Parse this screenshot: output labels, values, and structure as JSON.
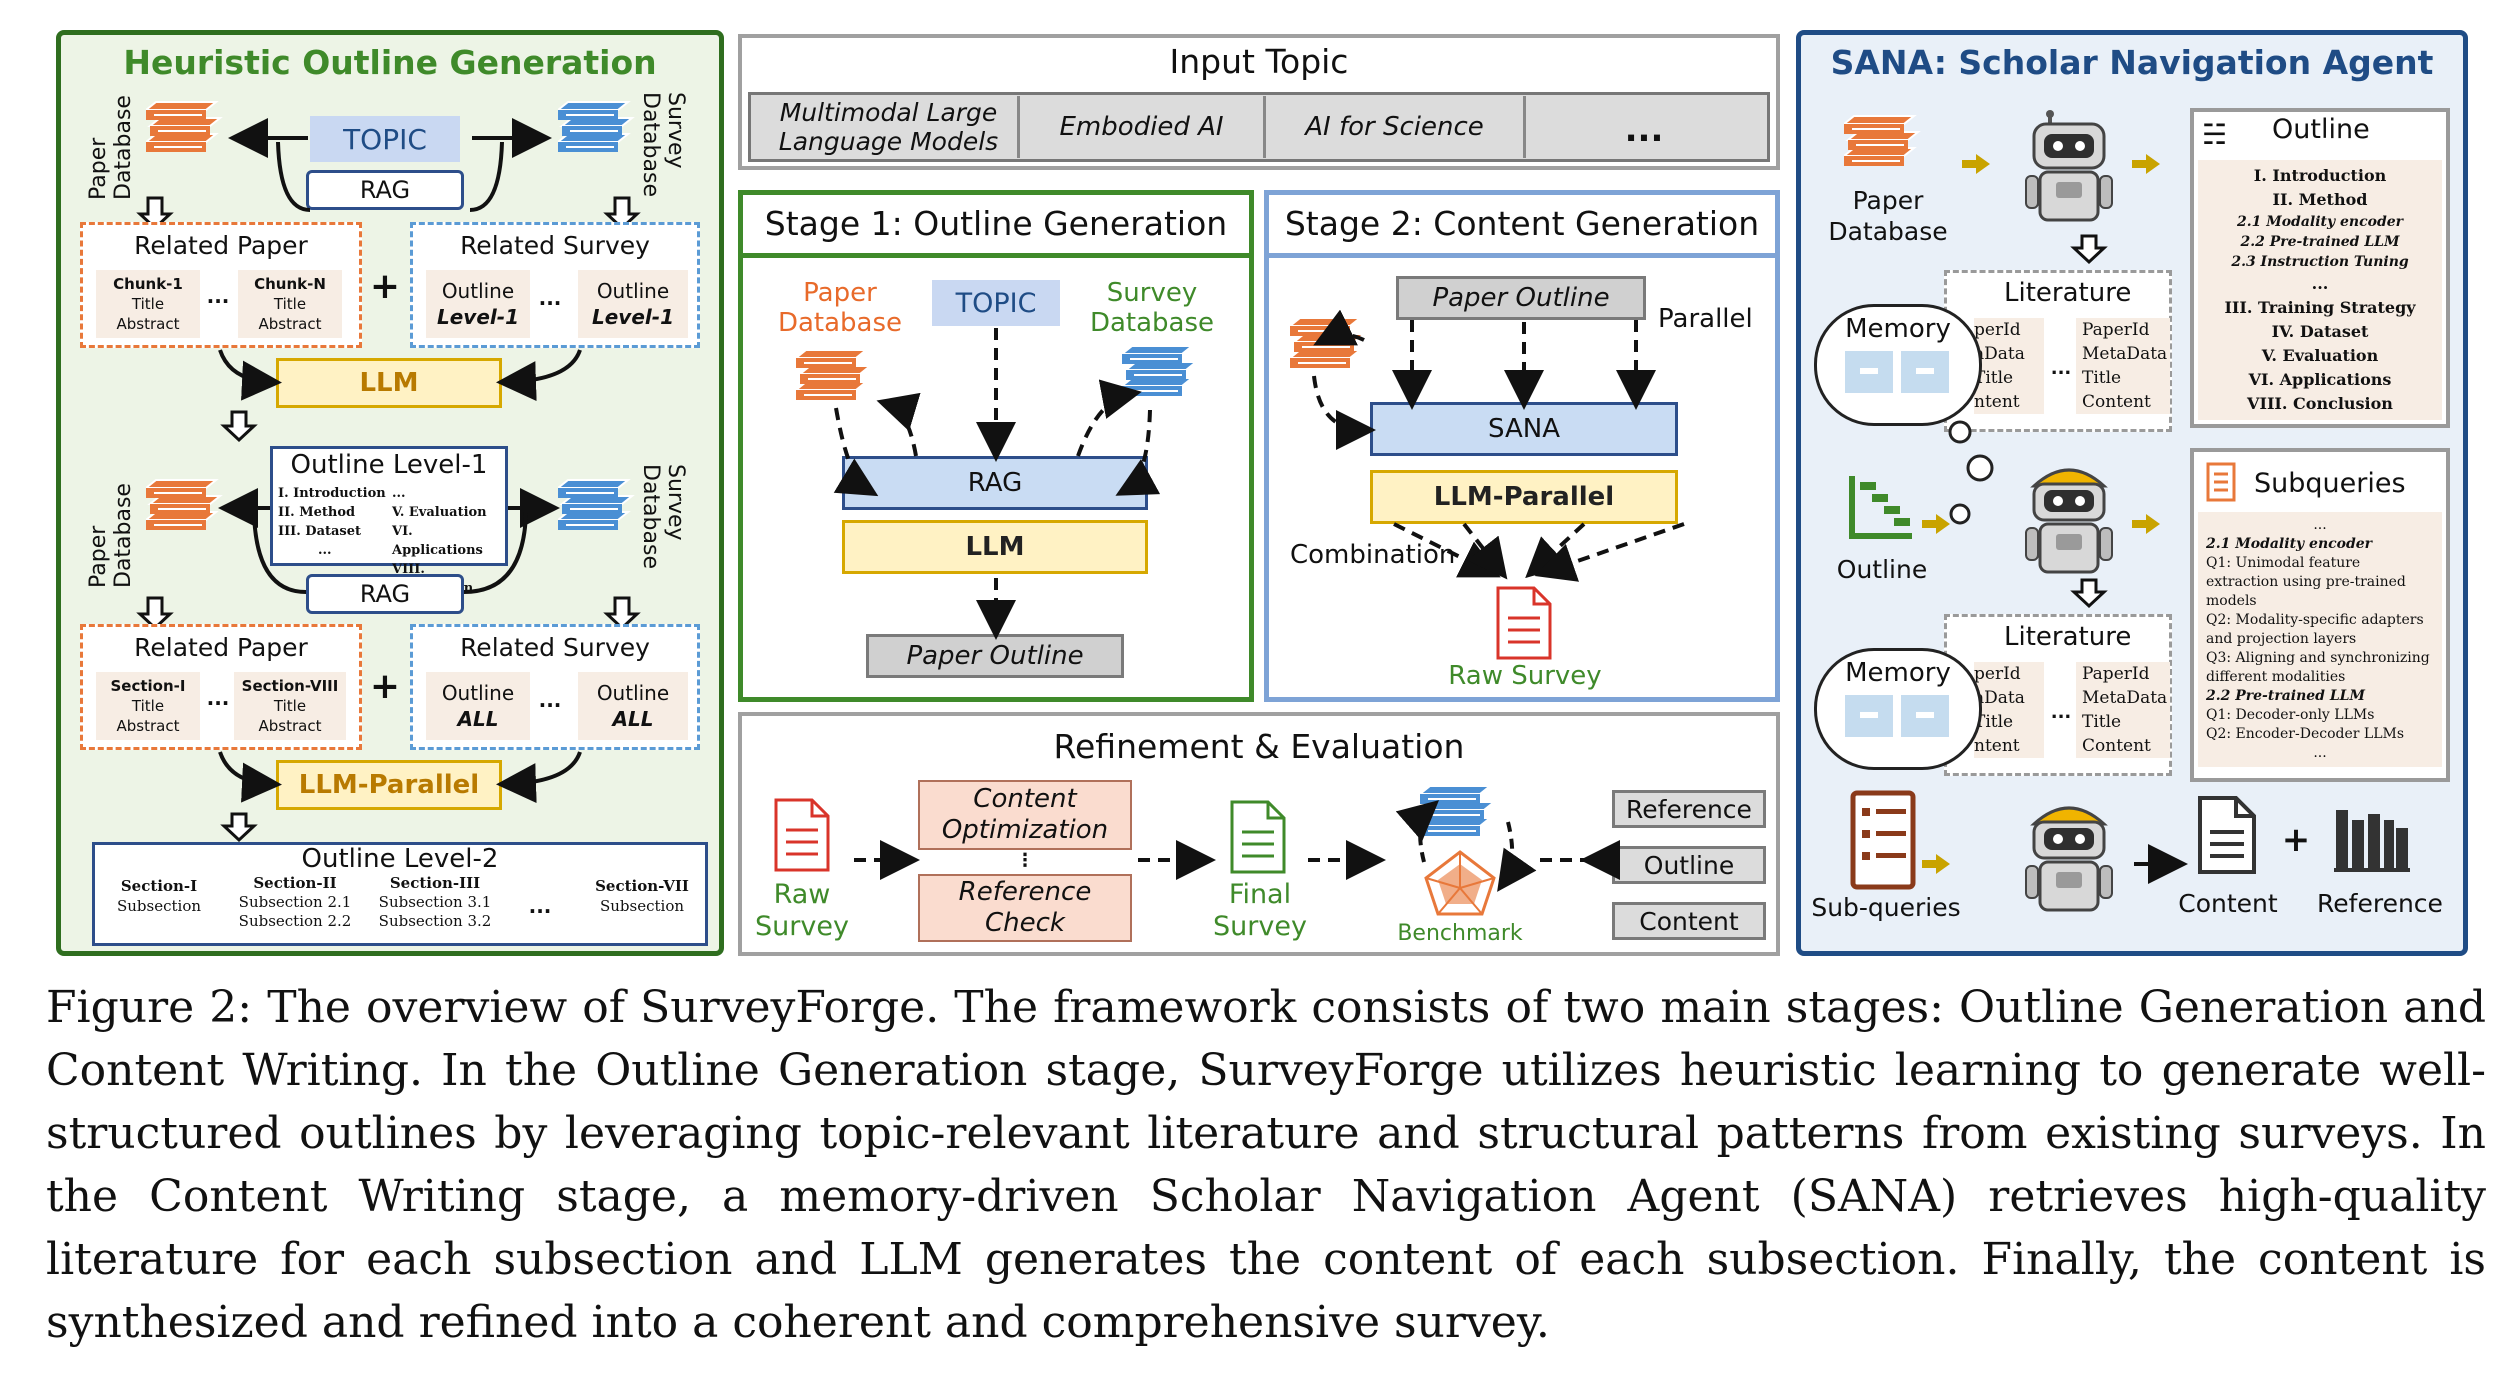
{
  "heuristic": {
    "title": "Heuristic Outline Generation",
    "topic": "TOPIC",
    "rag": "RAG",
    "paper_db": "Paper Database",
    "survey_db": "Survey Database",
    "related_paper": "Related Paper",
    "related_survey": "Related Survey",
    "chunk1": "Chunk-1",
    "chunkN": "Chunk-N",
    "title_abs": [
      "Title",
      "Abstract"
    ],
    "ellipsis": "...",
    "plus": "+",
    "outline": "Outline",
    "level1": "Level-1",
    "all": "ALL",
    "llm": "LLM",
    "llm_parallel": "LLM-Parallel",
    "outline_level1": "Outline Level-1",
    "outline_level1_items_left": [
      "I. Introduction",
      "II. Method",
      "III. Dataset",
      "..."
    ],
    "outline_level1_items_right": [
      "...",
      "V. Evaluation",
      "VI. Applications",
      "VIII. Conclusion"
    ],
    "section1": "Section-I",
    "section8": "Section-VIII",
    "outline_level2": "Outline Level-2",
    "level2_cols": [
      {
        "head": "Section-I",
        "lines": [
          "Subsection"
        ]
      },
      {
        "head": "Section-II",
        "lines": [
          "Subsection 2.1",
          "Subsection 2.2"
        ]
      },
      {
        "head": "Section-III",
        "lines": [
          "Subsection 3.1",
          "Subsection 3.2"
        ]
      },
      {
        "head": "Section-VII",
        "lines": [
          "Subsection"
        ]
      }
    ]
  },
  "input": {
    "title": "Input Topic",
    "topics": [
      "Multimodal Large Language Models",
      "Embodied AI",
      "AI for Science",
      "..."
    ]
  },
  "stage1": {
    "title": "Stage 1: Outline Generation",
    "paper_db": "Paper Database",
    "topic": "TOPIC",
    "survey_db": "Survey Database",
    "rag": "RAG",
    "llm": "LLM",
    "paper_outline": "Paper Outline"
  },
  "stage2": {
    "title": "Stage 2: Content Generation",
    "paper_outline": "Paper Outline",
    "parallel": "Parallel",
    "sana": "SANA",
    "llm_parallel": "LLM-Parallel",
    "combination": "Combination",
    "raw_survey": "Raw Survey"
  },
  "refine": {
    "title": "Refinement & Evaluation",
    "raw": "Raw Survey",
    "content_opt": "Content Optimization",
    "ref_check": "Reference Check",
    "final": "Final Survey",
    "benchmark": "Benchmark",
    "outputs": [
      "Reference",
      "Outline",
      "Content"
    ]
  },
  "sana": {
    "title": "SANA: Scholar Navigation Agent",
    "paper_db": "Paper Database",
    "outline_label": "Outline",
    "outline_items": [
      "I. Introduction",
      "II. Method",
      "2.1 Modality encoder",
      "2.2 Pre-trained LLM",
      "2.3 Instruction Tuning",
      "...",
      "III. Training Strategy",
      "IV. Dataset",
      "V. Evaluation",
      "VI. Applications",
      "VIII. Conclusion"
    ],
    "literature": "Literature",
    "memory": "Memory",
    "lit_left": [
      "perId",
      "aData",
      "Title",
      "ntent"
    ],
    "lit_right": [
      "PaperId",
      "MetaData",
      "Title",
      "Content"
    ],
    "outline_icon_label": "Outline",
    "subqueries_label": "Subqueries",
    "subq_items": [
      "...",
      "2.1 Modality encoder",
      "Q1: Unimodal feature extraction using pre-trained models",
      "Q2: Modality-specific adapters and projection layers",
      "Q3: Aligning and synchronizing different modalities",
      "2.2 Pre-trained LLM",
      "Q1: Decoder-only LLMs",
      "Q2: Encoder-Decoder LLMs",
      "..."
    ],
    "subqueries_icon_label": "Sub-queries",
    "content": "Content",
    "reference": "Reference"
  },
  "caption": {
    "figure": "Figure 2:",
    "text": "The overview of SurveyForge. The framework consists of two main stages: Outline Generation and Content Writing. In the Outline Generation stage, SurveyForge utilizes heuristic learning to generate well-structured outlines by leveraging topic-relevant literature and structural patterns from existing surveys. In the Content Writing stage, a memory-driven Scholar Navigation Agent (SANA) retrieves high-quality literature for each subsection and LLM generates the content of each subsection. Finally, the content is synthesized and refined into a coherent and comprehensive survey."
  }
}
